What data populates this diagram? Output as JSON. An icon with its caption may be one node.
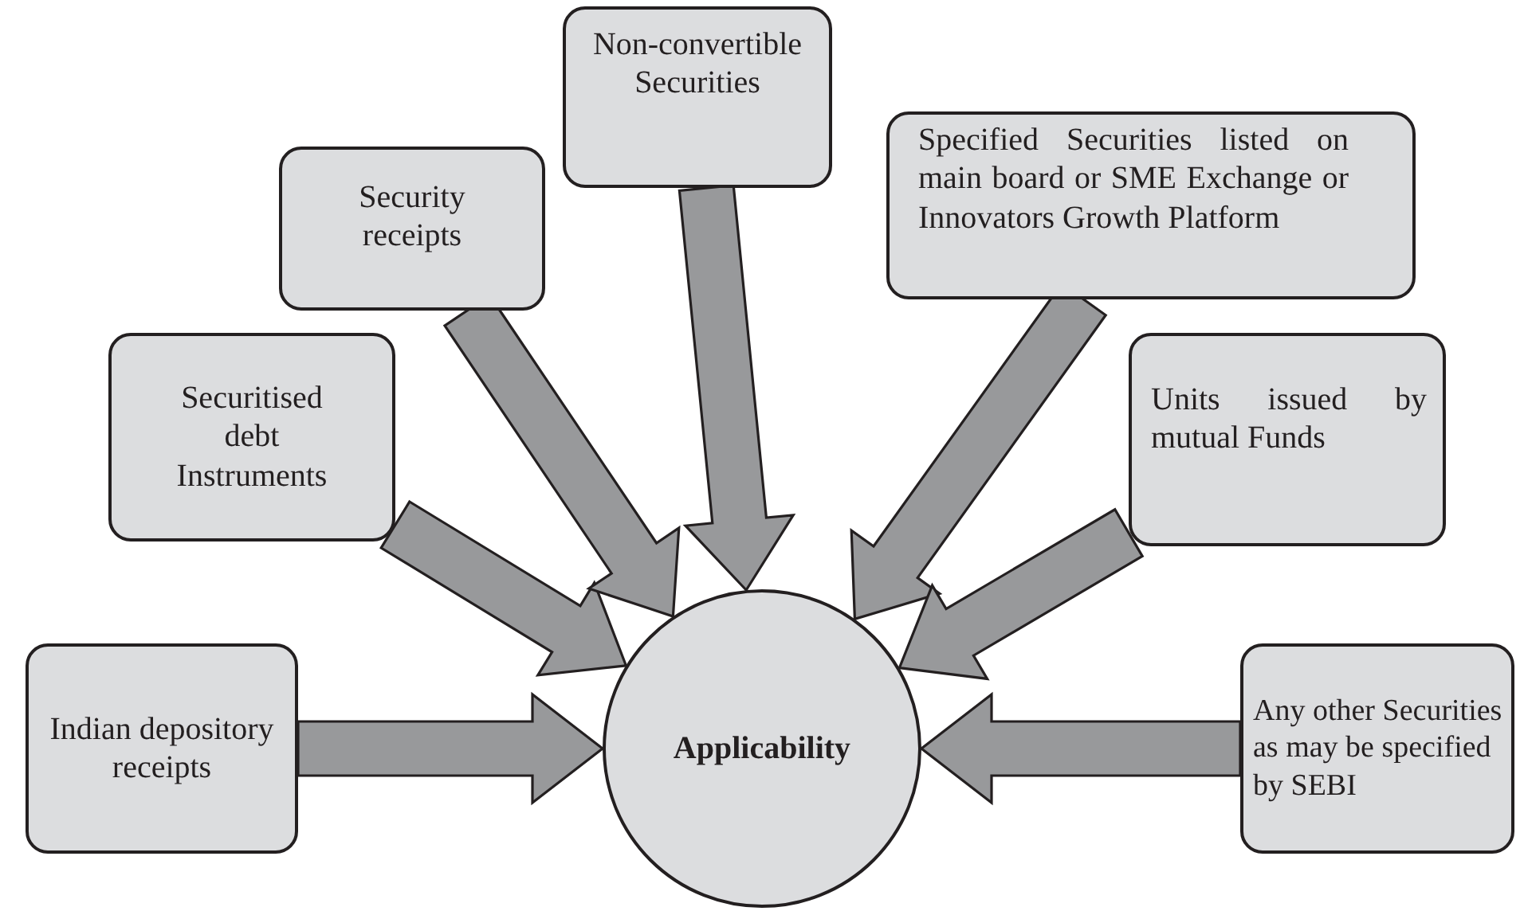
{
  "diagram": {
    "nodes": [
      {
        "text": [
          "Applicability"
        ]
      },
      {
        "text": [
          "Indian depository receipts"
        ]
      },
      {
        "text": [
          "Securitised debt Instruments"
        ]
      },
      {
        "text": [
          "Security receipts"
        ]
      },
      {
        "text": [
          "Non-convertible Securities"
        ]
      },
      {
        "text": [
          "Specified Securities listed on main board or SME Exchange or Innovators Growth Platform"
        ]
      },
      {
        "text": [
          "Units issued by mutual Funds"
        ]
      },
      {
        "text": [
          "Any other Securities as may be specified by SEBI"
        ]
      }
    ],
    "edges": [
      {
        "from": 1,
        "to": 0,
        "arrow": "to"
      },
      {
        "from": 2,
        "to": 0,
        "arrow": "to"
      },
      {
        "from": 3,
        "to": 0,
        "arrow": "to"
      },
      {
        "from": 4,
        "to": 0,
        "arrow": "to"
      },
      {
        "from": 5,
        "to": 0,
        "arrow": "to"
      },
      {
        "from": 6,
        "to": 0,
        "arrow": "to"
      },
      {
        "from": 7,
        "to": 0,
        "arrow": "to"
      }
    ]
  }
}
